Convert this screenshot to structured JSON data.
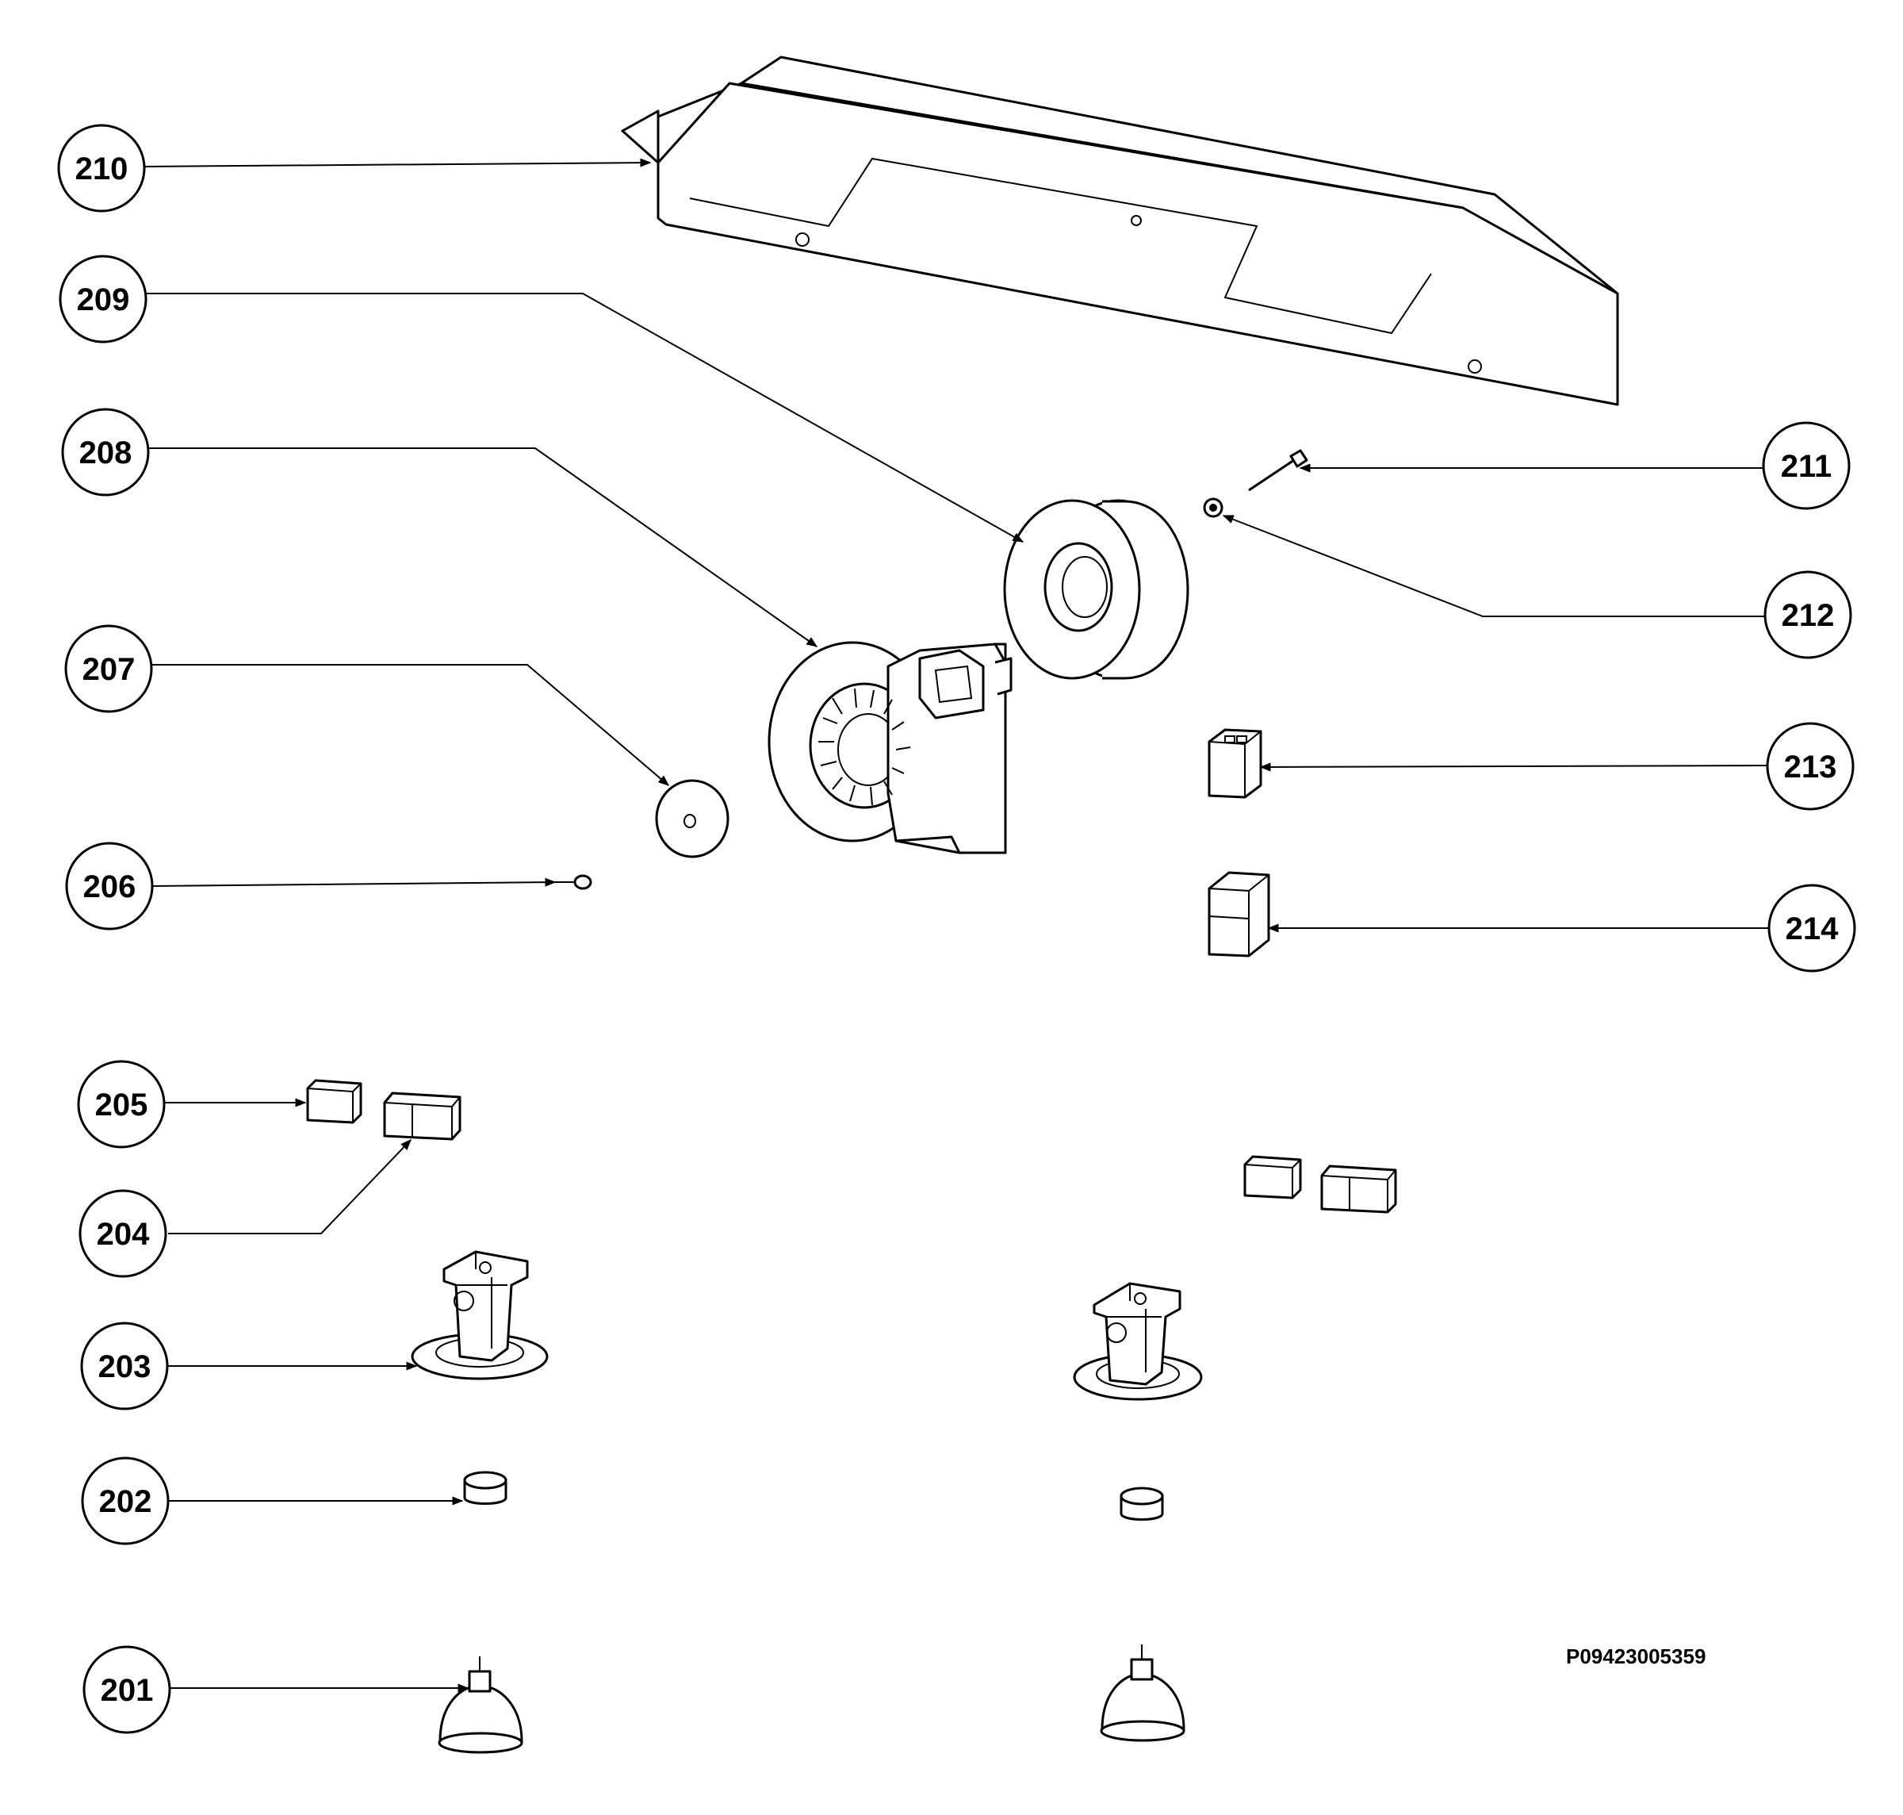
{
  "drawing_code": "P09423005359",
  "callouts": [
    {
      "id": "201",
      "label": "201"
    },
    {
      "id": "202",
      "label": "202"
    },
    {
      "id": "203",
      "label": "203"
    },
    {
      "id": "204",
      "label": "204"
    },
    {
      "id": "205",
      "label": "205"
    },
    {
      "id": "206",
      "label": "206"
    },
    {
      "id": "207",
      "label": "207"
    },
    {
      "id": "208",
      "label": "208"
    },
    {
      "id": "209",
      "label": "209"
    },
    {
      "id": "210",
      "label": "210"
    },
    {
      "id": "211",
      "label": "211"
    },
    {
      "id": "212",
      "label": "212"
    },
    {
      "id": "213",
      "label": "213"
    },
    {
      "id": "214",
      "label": "214"
    }
  ]
}
